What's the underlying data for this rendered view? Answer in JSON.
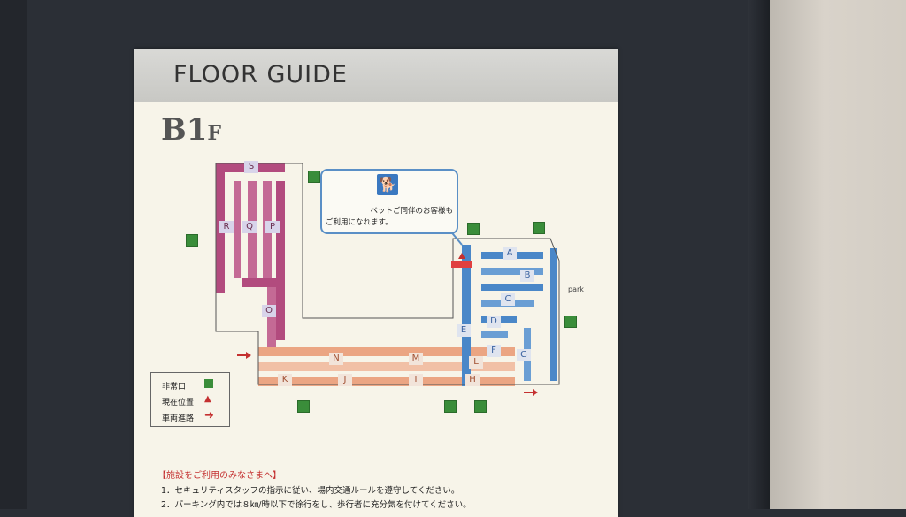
{
  "board": {
    "title": "FLOOR GUIDE",
    "floor_main": "B1",
    "floor_suffix": "F"
  },
  "bubble": {
    "icon": "dog-icon",
    "line1": "ペットご同伴のお客様も",
    "line2": "ご利用になれます。"
  },
  "labels": {
    "pink": [
      "S",
      "R",
      "Q",
      "P",
      "O"
    ],
    "blue": [
      "A",
      "B",
      "C",
      "D",
      "E",
      "F",
      "G"
    ],
    "orange": [
      "N",
      "M",
      "L",
      "K",
      "J",
      "I",
      "H"
    ]
  },
  "park_label": "park",
  "legend": {
    "exit_label": "非常口",
    "current_label": "現在位置",
    "route_label": "車両進路"
  },
  "notice": {
    "heading": "【施設をご利用のみなさまへ】",
    "rule1": "1．セキュリティスタッフの指示に従い、場内交通ルールを遵守してください。",
    "rule2": "2．パーキング内では８㎞/時以下で徐行をし、歩行者に充分気を付けてください。"
  },
  "colors": {
    "pink_zone": "#b24b7e",
    "blue_zone": "#4a87c8",
    "orange_zone": "#eba583",
    "exit_green": "#3a8d3a"
  }
}
